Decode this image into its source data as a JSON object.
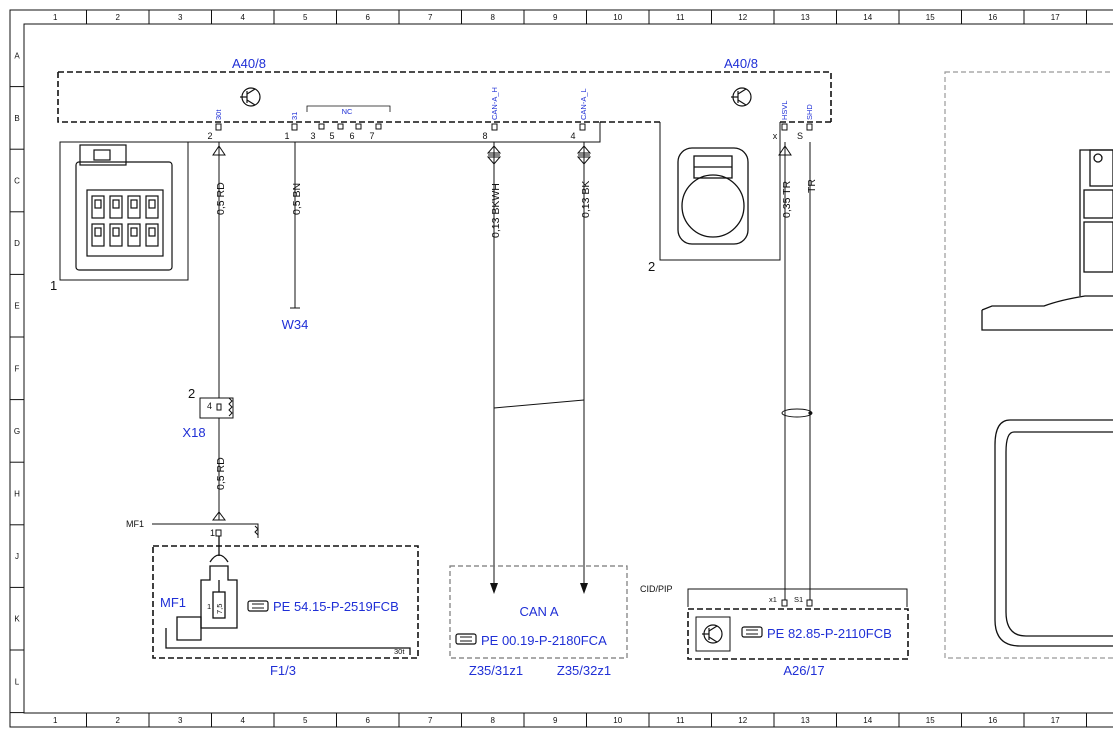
{
  "grid": {
    "columns": [
      "1",
      "2",
      "3",
      "4",
      "5",
      "6",
      "7",
      "8",
      "9",
      "10",
      "11",
      "12",
      "13",
      "14",
      "15",
      "16",
      "17"
    ],
    "rows": [
      "A",
      "B",
      "C",
      "D",
      "E",
      "F",
      "G",
      "H",
      "J",
      "K",
      "L"
    ]
  },
  "components": {
    "a40_left": {
      "name": "A40/8"
    },
    "a40_right": {
      "name": "A40/8"
    },
    "connector1_label": "1",
    "connector2_label": "2",
    "w34": "W34",
    "x18": "X18",
    "x18_num": "2",
    "x18_pin": "4",
    "mf1_top": "MF1",
    "mf1_inner": "MF1",
    "f13": "F1/3",
    "can_a": "CAN A",
    "z35_31": "Z35/31z1",
    "z35_32": "Z35/32z1",
    "cid_pip": "CID/PIP",
    "a26": "A26/17"
  },
  "pins": {
    "p30t": "30t",
    "p31": "31",
    "nc": "NC",
    "can_h": "CAN-A_H",
    "can_l": "CAN-A_L",
    "hsvl": "HSVL",
    "shd": "SHD",
    "n2": "2",
    "n1": "1",
    "n3": "3",
    "n5": "5",
    "n6": "6",
    "n7": "7",
    "n8": "8",
    "n4": "4",
    "x": "x",
    "s": "S",
    "fuse_pin": "1",
    "fuse_val": "7,5",
    "f30t": "30t",
    "x1": "x1",
    "s1": "S1"
  },
  "wires": {
    "w1": "0,5 RD",
    "w2": "0,5 BN",
    "w3": "0,13 BKWH",
    "w4": "0,13 BK",
    "w5": "0,35 TR",
    "w6": "TR",
    "w7": "0,5 RD"
  },
  "references": {
    "pe1": "PE 54.15-P-2519FCB",
    "pe2": "PE 00.19-P-2180FCA",
    "pe3": "PE 82.85-P-2110FCB"
  },
  "colors": {
    "label_blue": "#1f2fd6",
    "line": "#111111",
    "frame_gray": "#9a9a9a"
  }
}
